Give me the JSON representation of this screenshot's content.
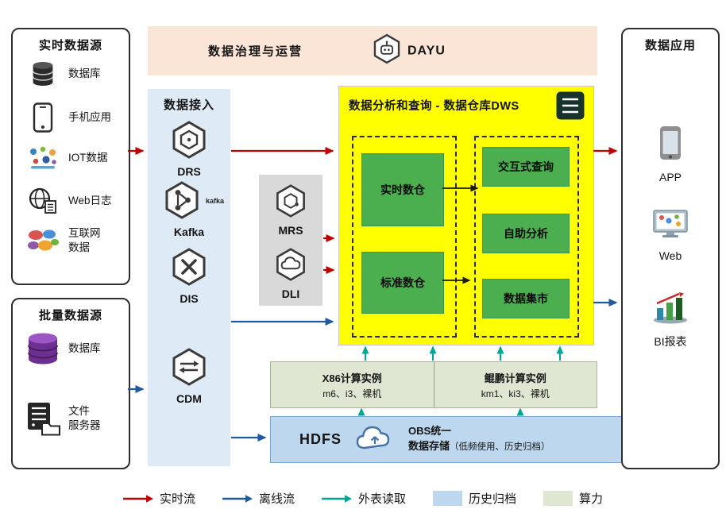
{
  "colors": {
    "realtime_flow": "#C00000",
    "offline_flow": "#1F5AA0",
    "external_read": "#00A693",
    "internal_flow": "#1a1a1a",
    "dws_bg": "#FFFF00",
    "green_box": "#4BAE4F",
    "archive_bg": "#BDD7EE",
    "compute_bg": "#DFE7D2",
    "ingestion_bg": "#DEEBF7",
    "governance_bg": "#FBE5D6",
    "processing_bg": "#D9D9D9"
  },
  "realtime_sources": {
    "title": "实时数据源",
    "items": [
      {
        "icon": "database-icon",
        "label": "数据库"
      },
      {
        "icon": "phone-icon",
        "label": "手机应用"
      },
      {
        "icon": "iot-icon",
        "label": "IOT数据"
      },
      {
        "icon": "web-log-icon",
        "label": "Web日志"
      },
      {
        "icon": "internet-icon",
        "label": "互联网\n数据"
      }
    ]
  },
  "batch_sources": {
    "title": "批量数据源",
    "items": [
      {
        "icon": "database-stack-icon",
        "label": "数据库"
      },
      {
        "icon": "file-server-icon",
        "label": "文件\n服务器"
      }
    ]
  },
  "governance": {
    "title": "数据治理与运营",
    "product": "DAYU"
  },
  "ingestion": {
    "title": "数据接入",
    "services": [
      {
        "name": "DRS"
      },
      {
        "name": "Kafka",
        "wordmark": "kafka"
      },
      {
        "name": "DIS"
      },
      {
        "name": "CDM"
      }
    ]
  },
  "processing": {
    "services": [
      {
        "name": "MRS"
      },
      {
        "name": "DLI"
      }
    ]
  },
  "dws": {
    "title": "数据分析和查询 - 数据仓库DWS",
    "warehouses": [
      {
        "label": "实时数仓"
      },
      {
        "label": "标准数仓"
      }
    ],
    "functions": [
      {
        "label": "交互式查询"
      },
      {
        "label": "自助分析"
      },
      {
        "label": "数据集市"
      }
    ]
  },
  "compute": {
    "x86": {
      "title": "X86计算实例",
      "models": "m6、i3、裸机"
    },
    "kunpeng": {
      "title": "鲲鹏计算实例",
      "models": "km1、ki3、裸机"
    }
  },
  "storage": {
    "hdfs": "HDFS",
    "obs_line1": "OBS统一",
    "obs_line2": "数据存储",
    "obs_note": "（低频使用、历史归档）"
  },
  "applications": {
    "title": "数据应用",
    "items": [
      {
        "icon": "app-icon",
        "label": "APP"
      },
      {
        "icon": "web-monitor-icon",
        "label": "Web"
      },
      {
        "icon": "bi-report-icon",
        "label": "BI报表"
      }
    ]
  },
  "legend": {
    "items": [
      {
        "type": "arrow",
        "color": "#C00000",
        "label": "实时流"
      },
      {
        "type": "arrow",
        "color": "#1F5AA0",
        "label": "离线流"
      },
      {
        "type": "arrow",
        "color": "#00A693",
        "label": "外表读取"
      },
      {
        "type": "swatch",
        "color": "#BDD7EE",
        "label": "历史归档"
      },
      {
        "type": "swatch",
        "color": "#DFE7D2",
        "label": "算力"
      }
    ]
  }
}
